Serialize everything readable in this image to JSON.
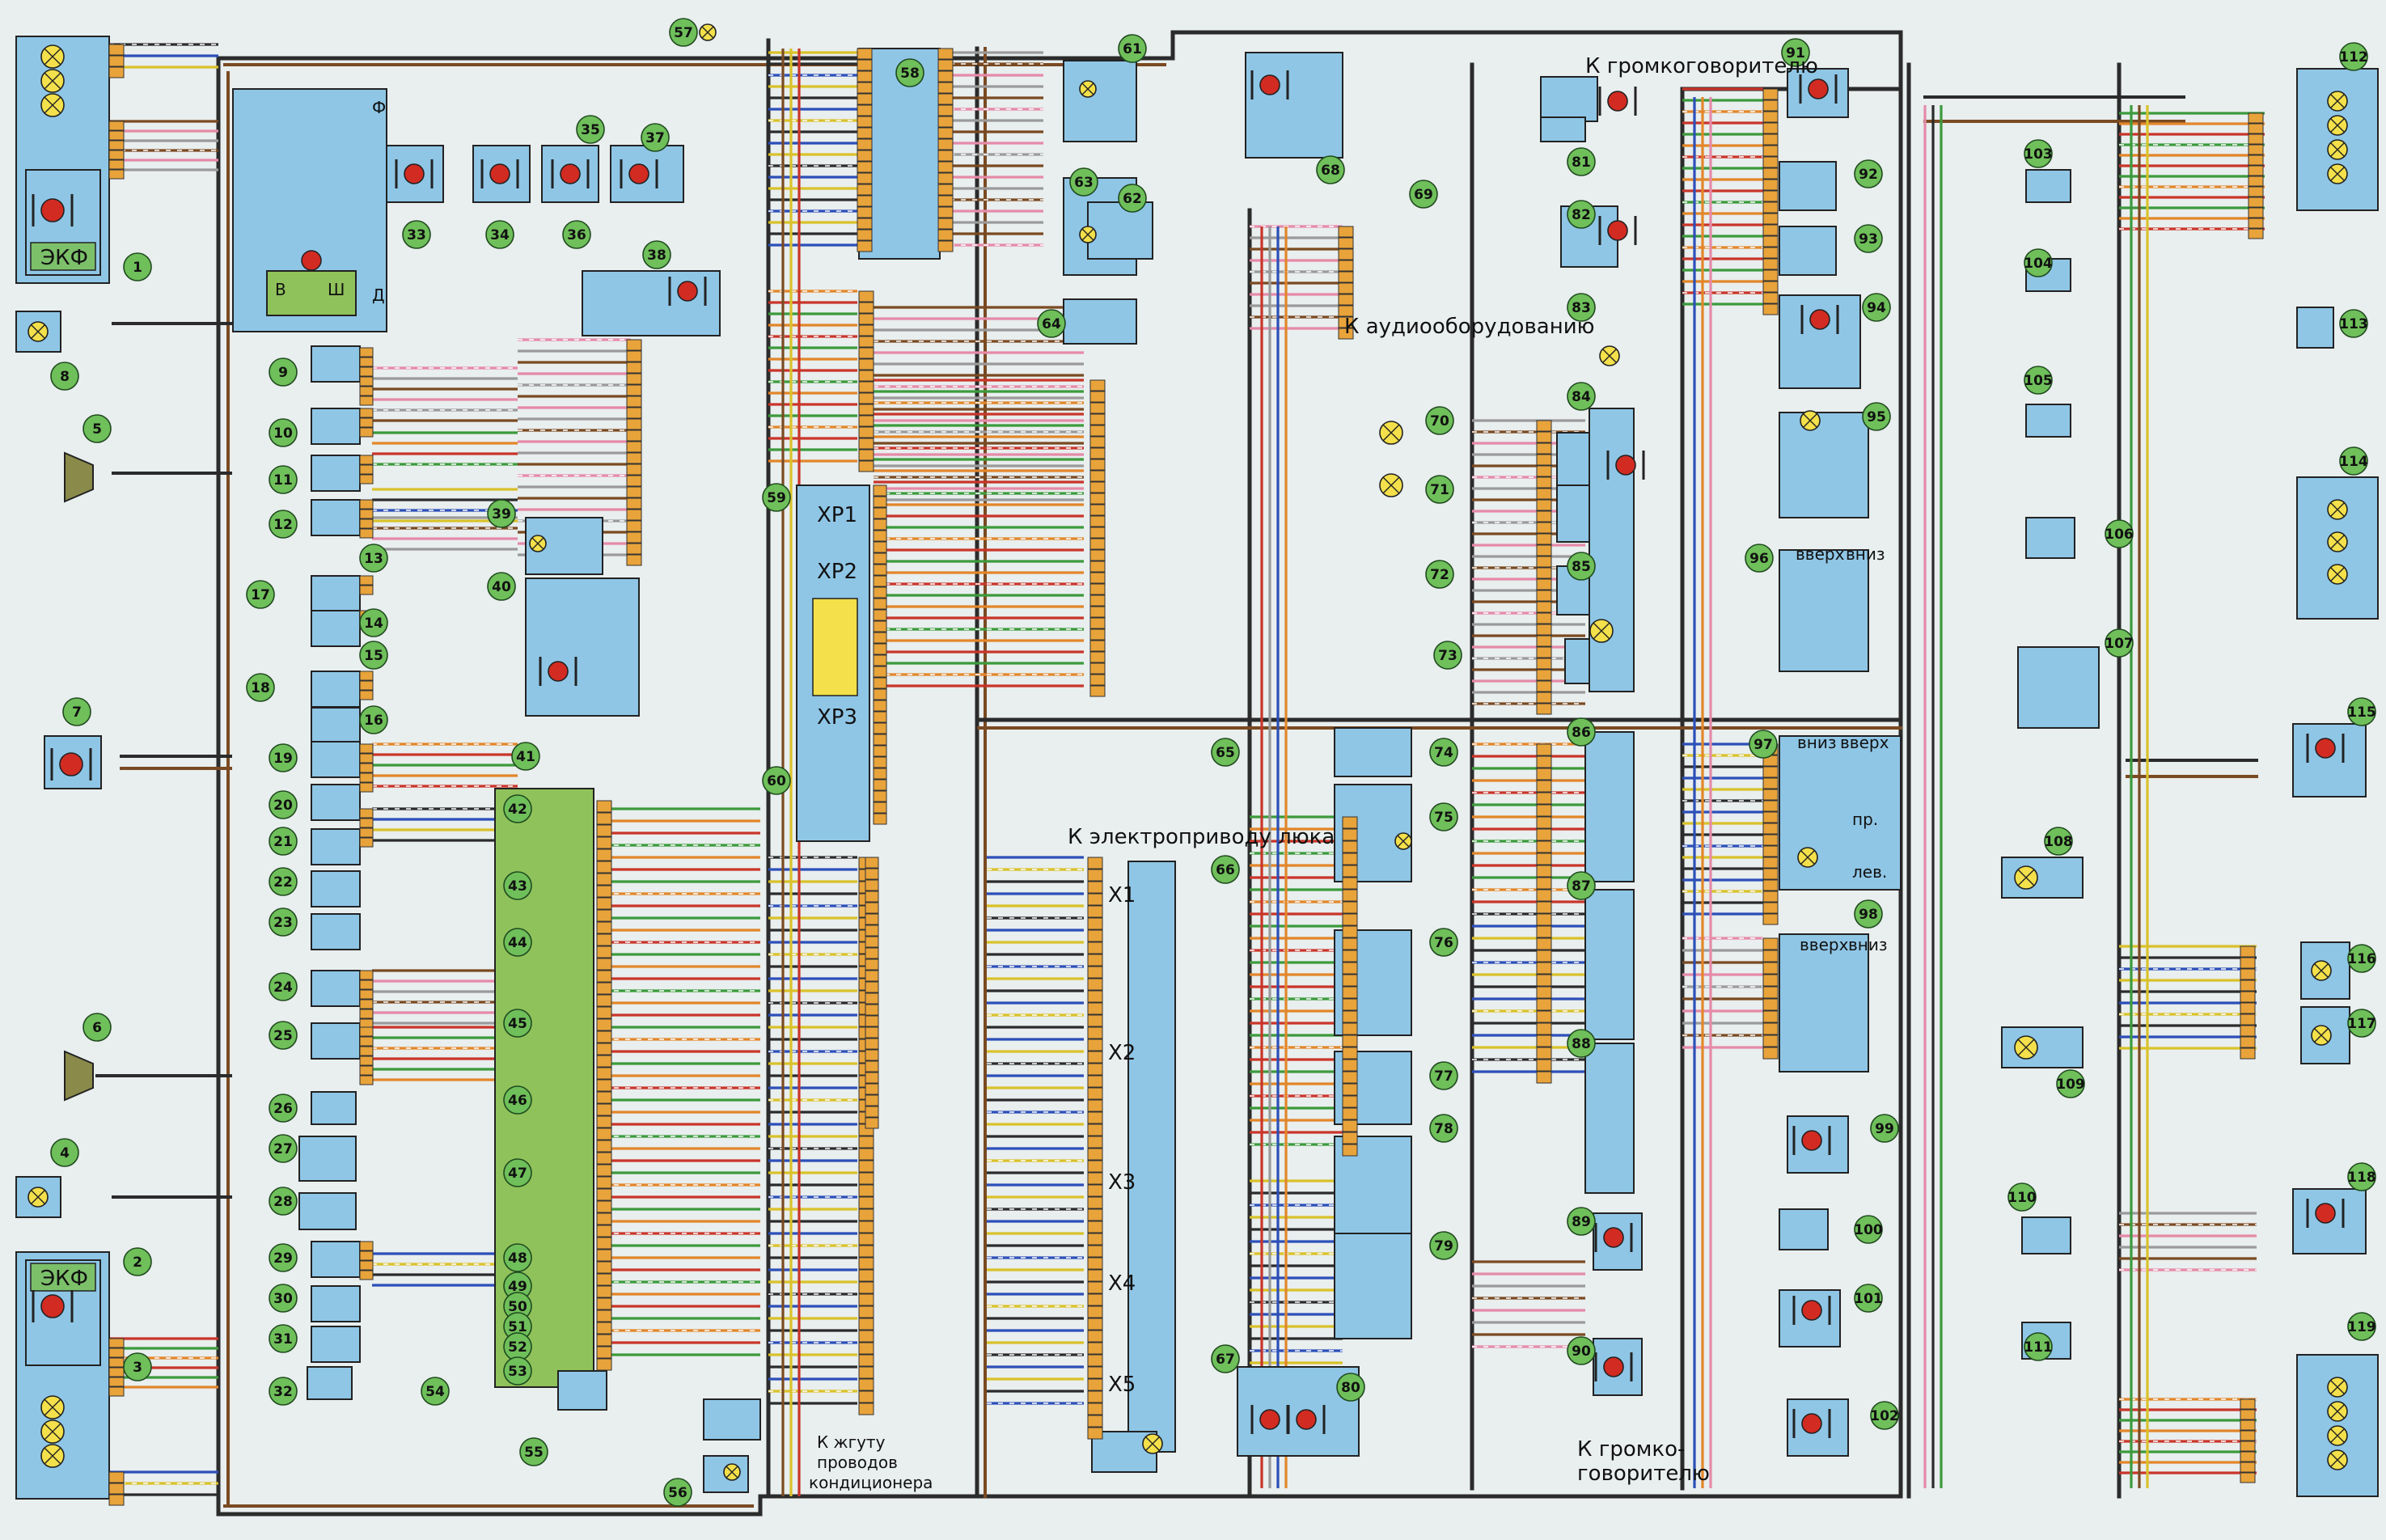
{
  "labels": {
    "to_speaker_top": "К громкоговорителю",
    "to_audio": "К аудиооборудованию",
    "to_sunroof": "К электроприводу люка",
    "to_ac_harness_1": "К жгуту",
    "to_ac_harness_2": "проводов",
    "to_ac_harness_3": "кондиционера",
    "to_speaker_bottom_1": "К громко-",
    "to_speaker_bottom_2": "говорителю",
    "ekf_top": "ЭКФ",
    "ekf_bottom": "ЭКФ",
    "xp1": "XP1",
    "xp2": "XP2",
    "xp3": "XP3",
    "x1": "X1",
    "x2": "X2",
    "x3": "X3",
    "x4": "X4",
    "x5": "X5",
    "up_1": "вверх",
    "down_1": "вниз",
    "up_2": "вниз",
    "down_2": "вверх",
    "up_3": "вверх",
    "down_3": "вниз",
    "right_label": "пр.",
    "left_label": "лев.",
    "gen_b": "В",
    "gen_sh": "Ш",
    "gen_d": "Д",
    "gen_f": "Ф"
  },
  "markers": [
    {
      "n": "1"
    },
    {
      "n": "2"
    },
    {
      "n": "3"
    },
    {
      "n": "4"
    },
    {
      "n": "5"
    },
    {
      "n": "6"
    },
    {
      "n": "7"
    },
    {
      "n": "8"
    },
    {
      "n": "9"
    },
    {
      "n": "10"
    },
    {
      "n": "11"
    },
    {
      "n": "12"
    },
    {
      "n": "13"
    },
    {
      "n": "14"
    },
    {
      "n": "15"
    },
    {
      "n": "16"
    },
    {
      "n": "17"
    },
    {
      "n": "18"
    },
    {
      "n": "19"
    },
    {
      "n": "20"
    },
    {
      "n": "21"
    },
    {
      "n": "22"
    },
    {
      "n": "23"
    },
    {
      "n": "24"
    },
    {
      "n": "25"
    },
    {
      "n": "26"
    },
    {
      "n": "27"
    },
    {
      "n": "28"
    },
    {
      "n": "29"
    },
    {
      "n": "30"
    },
    {
      "n": "31"
    },
    {
      "n": "32"
    },
    {
      "n": "33"
    },
    {
      "n": "34"
    },
    {
      "n": "35"
    },
    {
      "n": "36"
    },
    {
      "n": "37"
    },
    {
      "n": "38"
    },
    {
      "n": "39"
    },
    {
      "n": "40"
    },
    {
      "n": "41"
    },
    {
      "n": "42"
    },
    {
      "n": "43"
    },
    {
      "n": "44"
    },
    {
      "n": "45"
    },
    {
      "n": "46"
    },
    {
      "n": "47"
    },
    {
      "n": "48"
    },
    {
      "n": "49"
    },
    {
      "n": "50"
    },
    {
      "n": "51"
    },
    {
      "n": "52"
    },
    {
      "n": "53"
    },
    {
      "n": "54"
    },
    {
      "n": "55"
    },
    {
      "n": "56"
    },
    {
      "n": "57"
    },
    {
      "n": "58"
    },
    {
      "n": "59"
    },
    {
      "n": "60"
    },
    {
      "n": "61"
    },
    {
      "n": "62"
    },
    {
      "n": "63"
    },
    {
      "n": "64"
    },
    {
      "n": "65"
    },
    {
      "n": "66"
    },
    {
      "n": "67"
    },
    {
      "n": "68"
    },
    {
      "n": "69"
    },
    {
      "n": "70"
    },
    {
      "n": "71"
    },
    {
      "n": "72"
    },
    {
      "n": "73"
    },
    {
      "n": "74"
    },
    {
      "n": "75"
    },
    {
      "n": "76"
    },
    {
      "n": "77"
    },
    {
      "n": "78"
    },
    {
      "n": "79"
    },
    {
      "n": "80"
    },
    {
      "n": "81"
    },
    {
      "n": "82"
    },
    {
      "n": "83"
    },
    {
      "n": "84"
    },
    {
      "n": "85"
    },
    {
      "n": "86"
    },
    {
      "n": "87"
    },
    {
      "n": "88"
    },
    {
      "n": "89"
    },
    {
      "n": "90"
    },
    {
      "n": "91"
    },
    {
      "n": "92"
    },
    {
      "n": "93"
    },
    {
      "n": "94"
    },
    {
      "n": "95"
    },
    {
      "n": "96"
    },
    {
      "n": "97"
    },
    {
      "n": "98"
    },
    {
      "n": "99"
    },
    {
      "n": "100"
    },
    {
      "n": "101"
    },
    {
      "n": "102"
    },
    {
      "n": "103"
    },
    {
      "n": "104"
    },
    {
      "n": "105"
    },
    {
      "n": "106"
    },
    {
      "n": "107"
    },
    {
      "n": "108"
    },
    {
      "n": "109"
    },
    {
      "n": "110"
    },
    {
      "n": "111"
    },
    {
      "n": "112"
    },
    {
      "n": "113"
    },
    {
      "n": "114"
    },
    {
      "n": "115"
    },
    {
      "n": "116"
    },
    {
      "n": "117"
    },
    {
      "n": "118"
    },
    {
      "n": "119"
    }
  ],
  "colors": {
    "background": "#e9eeee",
    "component": "#8fc6e6",
    "component_dark": "#5aa6d6",
    "terminal": "#e8a33a",
    "relay_block": "#8fc25a",
    "marker": "#6fbf5a",
    "lamp": "#f3e04a",
    "motor": "#d22b22",
    "wire_dark": "#2b2b2b",
    "wire_brown": "#7a4a22",
    "wire_red": "#c9352a",
    "wire_blue": "#2c4fb8",
    "wire_pink": "#e58aa8",
    "wire_green": "#3c9a3c",
    "wire_yellow": "#d9c22a",
    "wire_grey": "#9a9a9a",
    "wire_orange": "#e2862a"
  }
}
